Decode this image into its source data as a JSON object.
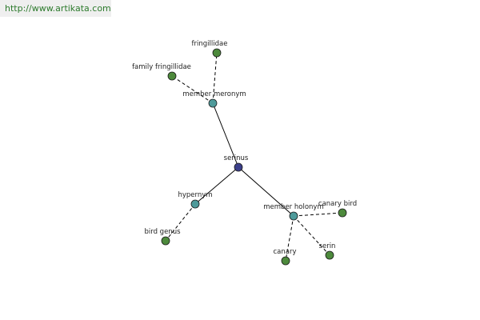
{
  "watermark": {
    "url_text": "http://www.artikata.com"
  },
  "colors": {
    "root": "#3b3f8a",
    "relation": "#4e9a9a",
    "term": "#4d8a3c",
    "watermark_text": "#2c7a2c",
    "watermark_bg": "#efefef"
  },
  "graph": {
    "root": {
      "id": "serinus",
      "label": "serinus",
      "kind": "root"
    },
    "relations": [
      {
        "id": "member-meronym",
        "label": "member meronym",
        "kind": "relation",
        "terms": [
          {
            "id": "fringillidae",
            "label": "fringillidae"
          },
          {
            "id": "family-fringillidae",
            "label": "family fringillidae"
          }
        ]
      },
      {
        "id": "hypernym",
        "label": "hypernym",
        "kind": "relation",
        "terms": [
          {
            "id": "bird-genus",
            "label": "bird genus"
          }
        ]
      },
      {
        "id": "member-holonym",
        "label": "member holonym",
        "kind": "relation",
        "terms": [
          {
            "id": "canary-bird",
            "label": "canary bird"
          },
          {
            "id": "canary",
            "label": "canary"
          },
          {
            "id": "serin",
            "label": "serin"
          }
        ]
      }
    ]
  }
}
